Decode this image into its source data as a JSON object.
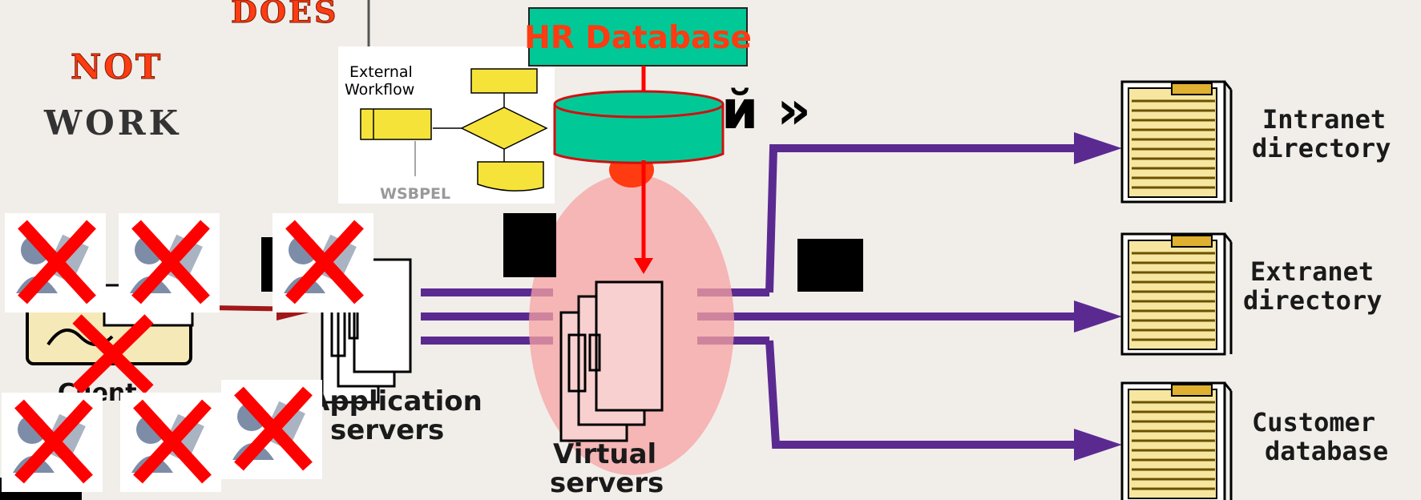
{
  "headline": {
    "does": "DOES",
    "not": "NOT",
    "work": "WORK",
    "fragment": "й »"
  },
  "hr_database": {
    "label": "HR Database"
  },
  "workflow_inset": {
    "title_line1": "External",
    "title_line2": "Workflow",
    "footer": "WSBPEL"
  },
  "nodes": {
    "client": "Client",
    "app_line1": "Application",
    "app_line2": "servers",
    "virtual_line1": "Virtual",
    "virtual_line2": "servers",
    "intranet_line1": "Intranet",
    "intranet_line2": "directory",
    "extranet_line1": "Extranet",
    "extranet_line2": "directory",
    "customer_line1": "Customer",
    "customer_line2": "database"
  },
  "colors": {
    "background": "#f1eeea",
    "accent_red": "#ff3b12",
    "hr_box_fill": "#00c896",
    "link_purple": "#5b2a91",
    "cross_red": "#ff0000",
    "virtual_zone": "#f5a3a3",
    "storage_gold": "#e0b030",
    "flow_yellow": "#f5e33a"
  },
  "icons": {
    "crossed_user": "user-icon-crossed-out",
    "storage": "stacked-disk-icon",
    "server": "server-rack-icon",
    "client": "client-workstation-icon"
  }
}
